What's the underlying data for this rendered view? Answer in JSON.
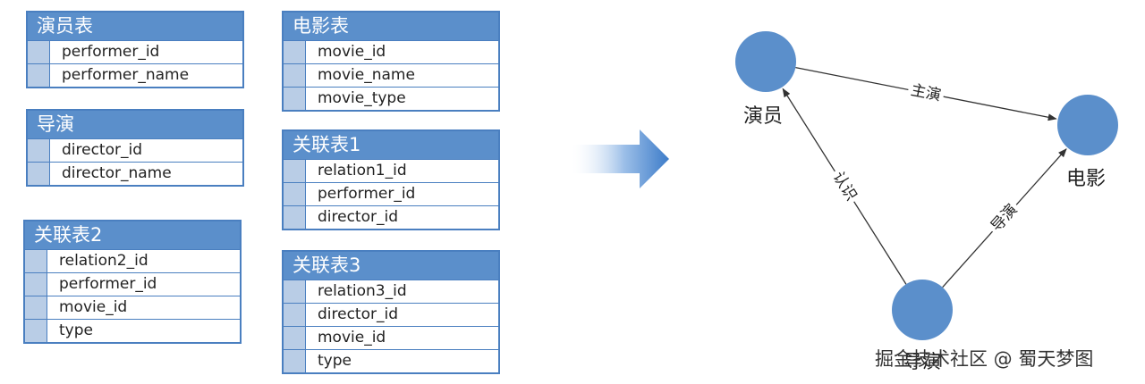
{
  "tables": [
    {
      "id": "performer",
      "title": "演员表",
      "fields": [
        "performer_id",
        "performer_name"
      ]
    },
    {
      "id": "director",
      "title": "导演",
      "fields": [
        "director_id",
        "director_name"
      ]
    },
    {
      "id": "relation2",
      "title": "关联表2",
      "fields": [
        "relation2_id",
        "performer_id",
        "movie_id",
        "type"
      ]
    },
    {
      "id": "movie",
      "title": "电影表",
      "fields": [
        "movie_id",
        "movie_name",
        "movie_type"
      ]
    },
    {
      "id": "relation1",
      "title": "关联表1",
      "fields": [
        "relation1_id",
        "performer_id",
        "director_id"
      ]
    },
    {
      "id": "relation3",
      "title": "关联表3",
      "fields": [
        "relation3_id",
        "director_id",
        "movie_id",
        "type"
      ]
    }
  ],
  "graph": {
    "nodes": [
      {
        "id": "performer",
        "label": "演员"
      },
      {
        "id": "movie",
        "label": "电影"
      },
      {
        "id": "director",
        "label": "导演"
      }
    ],
    "edges": [
      {
        "id": "starring",
        "from": "performer",
        "to": "movie",
        "label": "主演"
      },
      {
        "id": "knows",
        "from": "director",
        "to": "performer",
        "label": "认识"
      },
      {
        "id": "directs",
        "from": "director",
        "to": "movie",
        "label": "导演"
      }
    ],
    "node_color": "#5b8fcb",
    "edge_color": "#333333"
  },
  "arrow_color": "#3d7cc9",
  "watermark": "掘金技术社区 @ 蜀天梦图"
}
